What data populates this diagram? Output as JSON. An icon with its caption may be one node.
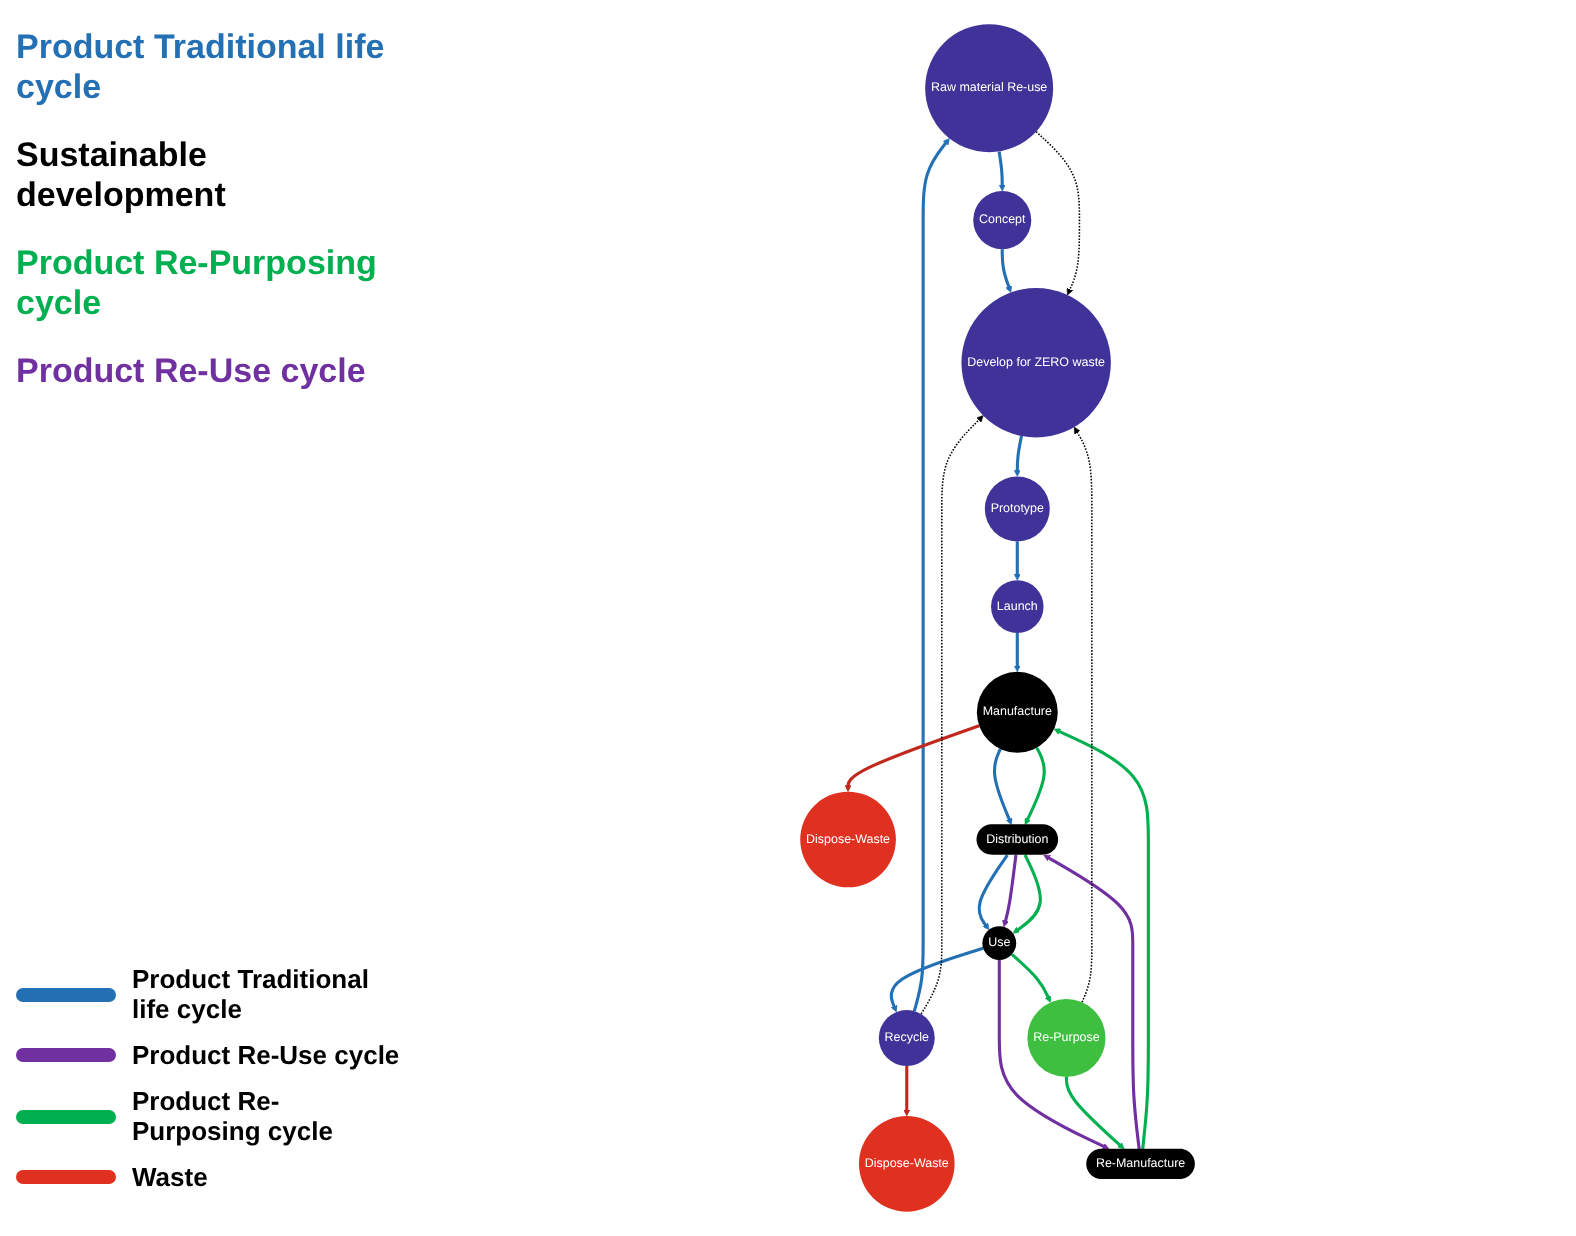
{
  "diagram": {
    "nodes": [
      {
        "text": [
          "Dispose-Waste"
        ]
      },
      {
        "text": [
          "Raw material Re-use"
        ]
      },
      {
        "text": [
          "Concept"
        ]
      },
      {
        "text": [
          "Develop for ZERO waste"
        ]
      },
      {
        "text": [
          "Prototype"
        ]
      },
      {
        "text": [
          "Launch"
        ]
      },
      {
        "text": [
          "Manufacture"
        ]
      },
      {
        "text": [
          "Dispose-Waste"
        ]
      },
      {
        "text": [
          "Distribution"
        ]
      },
      {
        "text": [
          "Use"
        ]
      },
      {
        "text": [
          "Recycle"
        ]
      },
      {
        "text": [
          "Re-Purpose"
        ]
      },
      {
        "text": [
          "Re-Manufacture"
        ]
      }
    ],
    "edges": [
      {
        "from": 1,
        "to": 2,
        "arrow": "to"
      },
      {
        "from": 2,
        "to": 3,
        "arrow": "to"
      },
      {
        "from": 3,
        "to": 4,
        "arrow": "to"
      },
      {
        "from": 4,
        "to": 5,
        "arrow": "to"
      },
      {
        "from": 5,
        "to": 6,
        "arrow": "to"
      },
      {
        "from": 6,
        "to": 8,
        "arrow": "to"
      },
      {
        "from": 8,
        "to": 9,
        "arrow": "to"
      },
      {
        "from": 9,
        "to": 10,
        "arrow": "to"
      },
      {
        "from": 10,
        "to": 1,
        "arrow": "to"
      },
      {
        "from": 10,
        "to": 0,
        "arrow": "to",
        "color": "#c0281e"
      },
      {
        "from": 6,
        "to": 7,
        "arrow": "to",
        "color": "#c0281e"
      },
      {
        "from": 9,
        "to": 12,
        "arrow": "to",
        "color": "#7030a0"
      },
      {
        "from": 12,
        "to": 8,
        "arrow": "to",
        "color": "#7030a0"
      },
      {
        "from": 8,
        "to": 9,
        "arrow": "to",
        "color": "#7030a0"
      },
      {
        "from": 11,
        "to": 12,
        "arrow": "to",
        "color": "#00b050"
      },
      {
        "from": 12,
        "to": 6,
        "arrow": "to",
        "color": "#00b050"
      },
      {
        "from": 6,
        "to": 8,
        "arrow": "to",
        "color": "#00b050"
      },
      {
        "from": 8,
        "to": 9,
        "arrow": "to",
        "color": "#00b050"
      },
      {
        "from": 9,
        "to": 11,
        "arrow": "to",
        "color": "#00b050"
      },
      {
        "from": 1,
        "to": 3,
        "arrow": "to",
        "style": "dashed",
        "color": "#000000"
      },
      {
        "from": 10,
        "to": 3,
        "arrow": "to",
        "style": "dashed",
        "color": "#000000"
      },
      {
        "from": 11,
        "to": 3,
        "arrow": "to",
        "style": "dashed",
        "color": "#000000"
      }
    ],
    "labels": [
      "Product Traditional life cycle",
      "Sustainable development",
      "Product Re-Purposing cycle",
      "Product Re-Use cycle"
    ],
    "legend": [
      {
        "text": "Product Traditional life cycle"
      },
      {
        "text": "Product Re-Use cycle"
      },
      {
        "text": "Product Re-Purposing cycle"
      },
      {
        "text": "Waste"
      }
    ]
  }
}
